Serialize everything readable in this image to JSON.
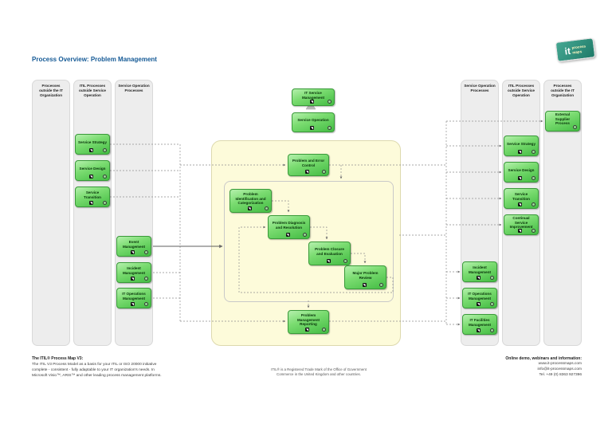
{
  "page": {
    "title": "Process Overview: Problem Management"
  },
  "logo": {
    "it": "it",
    "process": "process",
    "maps": "maps"
  },
  "lanes": {
    "left": [
      {
        "header": "Processes outside the IT Organization"
      },
      {
        "header": "ITIL Processes outside Service Operation"
      },
      {
        "header": "Service Operation Processes"
      }
    ],
    "right": [
      {
        "header": "Service Operation Processes"
      },
      {
        "header": "ITIL Processes outside Service Operation"
      },
      {
        "header": "Processes outside the IT Organization"
      }
    ]
  },
  "boxes": {
    "top": [
      "IT Service Management",
      "Service Operation"
    ],
    "left_itil": [
      "Service Strategy",
      "Service Design",
      "Service Transition"
    ],
    "left_so": [
      "Event Management",
      "Incident Management",
      "IT Operations Management"
    ],
    "central": {
      "error_control": "Problem and Error Control",
      "cascade": [
        "Problem Identification and Categorization",
        "Problem Diagnosis and Resolution",
        "Problem Closure and Evaluation",
        "Major Problem Review"
      ],
      "reporting": "Problem Management Reporting"
    },
    "right_so": [
      "Incident Management",
      "IT Operations Management",
      "IT Facilities Management"
    ],
    "right_itil": [
      "Service Strategy",
      "Service Design",
      "Service Transition",
      "Continual Service Improvement"
    ],
    "right_outside": [
      "External Supplier Process"
    ]
  },
  "footer": {
    "left_title": "The ITIL® Process Map V3:",
    "left_lines": [
      "The ITIL V3 Process Model as a basis for your ITIL or ISO 20000 initiative",
      "complete - consistent - fully adaptable to your IT organization's needs. In",
      "Microsoft Visio™, ARIS™ and other leading process management platforms."
    ],
    "center_lines": [
      "ITIL® is a Registered Trade Mark of the Office of Government",
      "Commerce in the United Kingdom and other countries."
    ],
    "right_title": "Online demo, webinars and information:",
    "right_lines": [
      "www.it-processmaps.com",
      "info@it-processmaps.com",
      "Tel. +49 (0) 8363 927396"
    ]
  },
  "colors": {
    "title_blue": "#155a96",
    "process_green": "#43bc43",
    "scope_yellow": "#fdfbda",
    "logo_teal": "#2c8a77",
    "lane_gray": "#ededed"
  }
}
